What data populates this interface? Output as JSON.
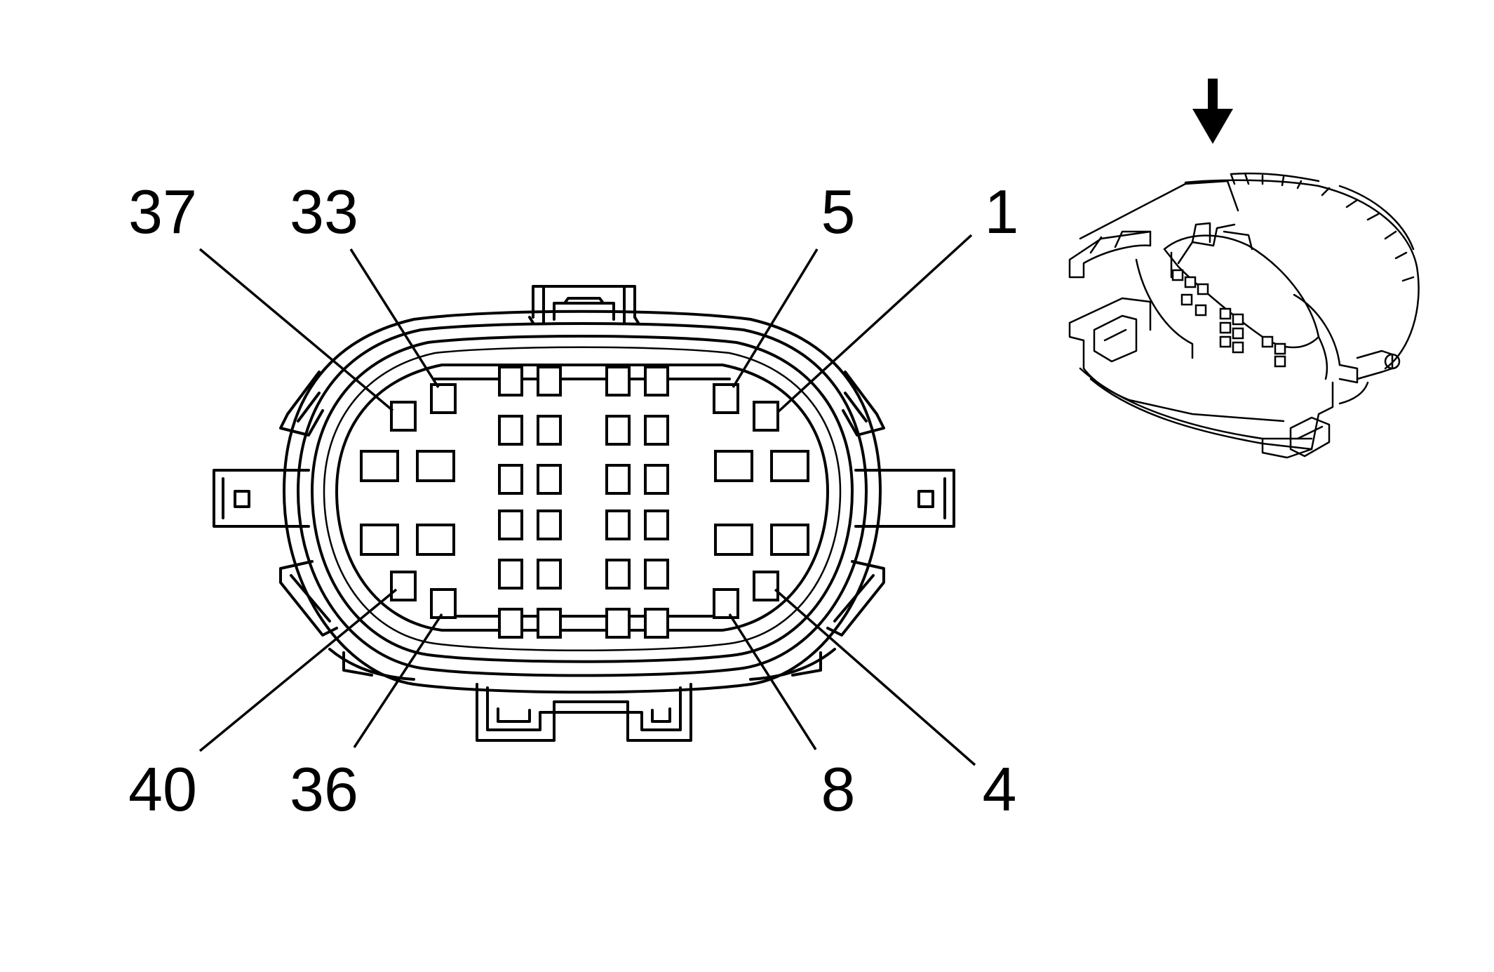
{
  "connector_face": {
    "pin_labels": {
      "top_left_outer": "37",
      "top_left_inner": "33",
      "top_right_inner": "5",
      "top_right_outer": "1",
      "bottom_left_outer": "40",
      "bottom_left_inner": "36",
      "bottom_right_inner": "8",
      "bottom_right_outer": "4"
    }
  },
  "icons": {
    "view_direction": "down-arrow-icon",
    "connector_3d": "connector-perspective-icon"
  },
  "colors": {
    "line": "#000000",
    "background": "#ffffff"
  }
}
